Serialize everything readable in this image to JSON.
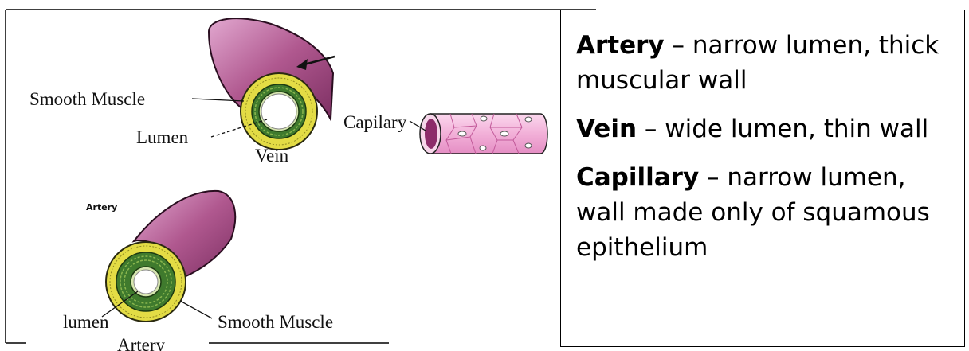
{
  "diagram_labels": {
    "smooth_muscle_top": "Smooth Muscle",
    "lumen_top": "Lumen",
    "vein": "Vein",
    "capilary": "Capilary",
    "artery_small": "Artery",
    "lumen_bottom": "lumen",
    "smooth_muscle_bottom": "Smooth Muscle",
    "artery_bottom": "Artery"
  },
  "notes": [
    {
      "term": "Artery",
      "separator": " – ",
      "description": "narrow lumen, thick muscular wall"
    },
    {
      "term": "Vein",
      "separator": " – ",
      "description": "wide lumen, thin wall"
    },
    {
      "term": "Capillary",
      "separator": " – ",
      "description": "narrow lumen, wall made only of squamous epithelium"
    }
  ],
  "colors": {
    "vessel_purple": "#b0588f",
    "muscle_yellow": "#e3dc45",
    "muscle_green": "#3f7a2d",
    "capillary_pink": "#f2b0d8",
    "lumen_dark": "#8d2c6a"
  }
}
